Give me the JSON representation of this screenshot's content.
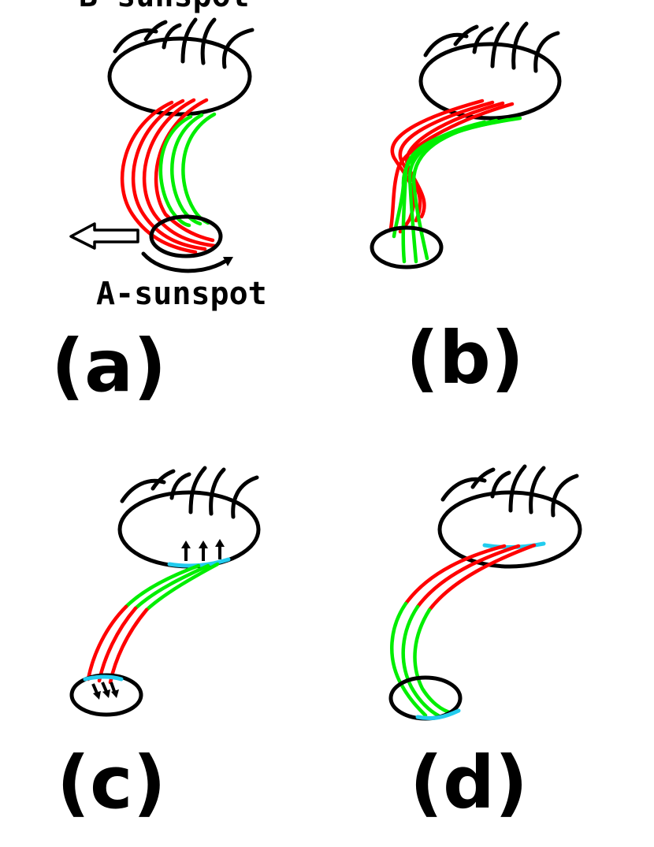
{
  "labels": {
    "b_sunspot": "B-sunspot",
    "a_sunspot": "A-sunspot",
    "panel_a": "(a)",
    "panel_b": "(b)",
    "panel_c": "(c)",
    "panel_d": "(d)"
  },
  "colors": {
    "field_line_red": "#ff0000",
    "field_line_green": "#00ee00",
    "footpoint_cyan": "#22ccee",
    "outline": "#000000",
    "background": "#ffffff"
  },
  "icons": [
    "hollow-arrow-left-icon",
    "curved-arrow-right-icon",
    "upflow-arrow-icon",
    "downflow-arrow-icon"
  ]
}
